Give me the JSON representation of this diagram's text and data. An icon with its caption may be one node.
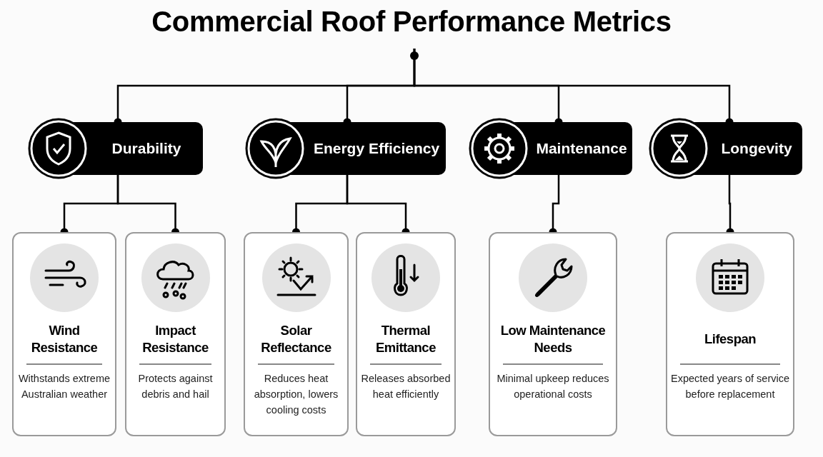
{
  "diagram": {
    "nodes": [
      {
        "text": [
          "Commercial Roof Performance Metrics"
        ]
      },
      {
        "text": [
          "Durability"
        ]
      },
      {
        "text": [
          "Energy Efficiency"
        ]
      },
      {
        "text": [
          "Maintenance"
        ]
      },
      {
        "text": [
          "Longevity"
        ]
      },
      {
        "text": [
          "Wind Resistance",
          "Withstands extreme Australian weather"
        ]
      },
      {
        "text": [
          "Impact Resistance",
          "Protects against debris and hail"
        ]
      },
      {
        "text": [
          "Solar Reflectance",
          "Reduces heat absorption, lowers cooling costs"
        ]
      },
      {
        "text": [
          "Thermal Emittance",
          "Releases absorbed heat efficiently"
        ]
      },
      {
        "text": [
          "Low Maintenance Needs",
          "Minimal upkeep reduces operational costs"
        ]
      },
      {
        "text": [
          "Lifespan",
          "Expected years of service before replacement"
        ]
      }
    ],
    "edges": [
      {
        "from": 0,
        "to": 1,
        "arrow": "other"
      },
      {
        "from": 0,
        "to": 2,
        "arrow": "other"
      },
      {
        "from": 0,
        "to": 3,
        "arrow": "other"
      },
      {
        "from": 0,
        "to": 4,
        "arrow": "other"
      },
      {
        "from": 1,
        "to": 5,
        "arrow": "other"
      },
      {
        "from": 1,
        "to": 6,
        "arrow": "other"
      },
      {
        "from": 2,
        "to": 7,
        "arrow": "other"
      },
      {
        "from": 2,
        "to": 8,
        "arrow": "other"
      },
      {
        "from": 3,
        "to": 9,
        "arrow": "other"
      },
      {
        "from": 4,
        "to": 10,
        "arrow": "other"
      }
    ]
  }
}
